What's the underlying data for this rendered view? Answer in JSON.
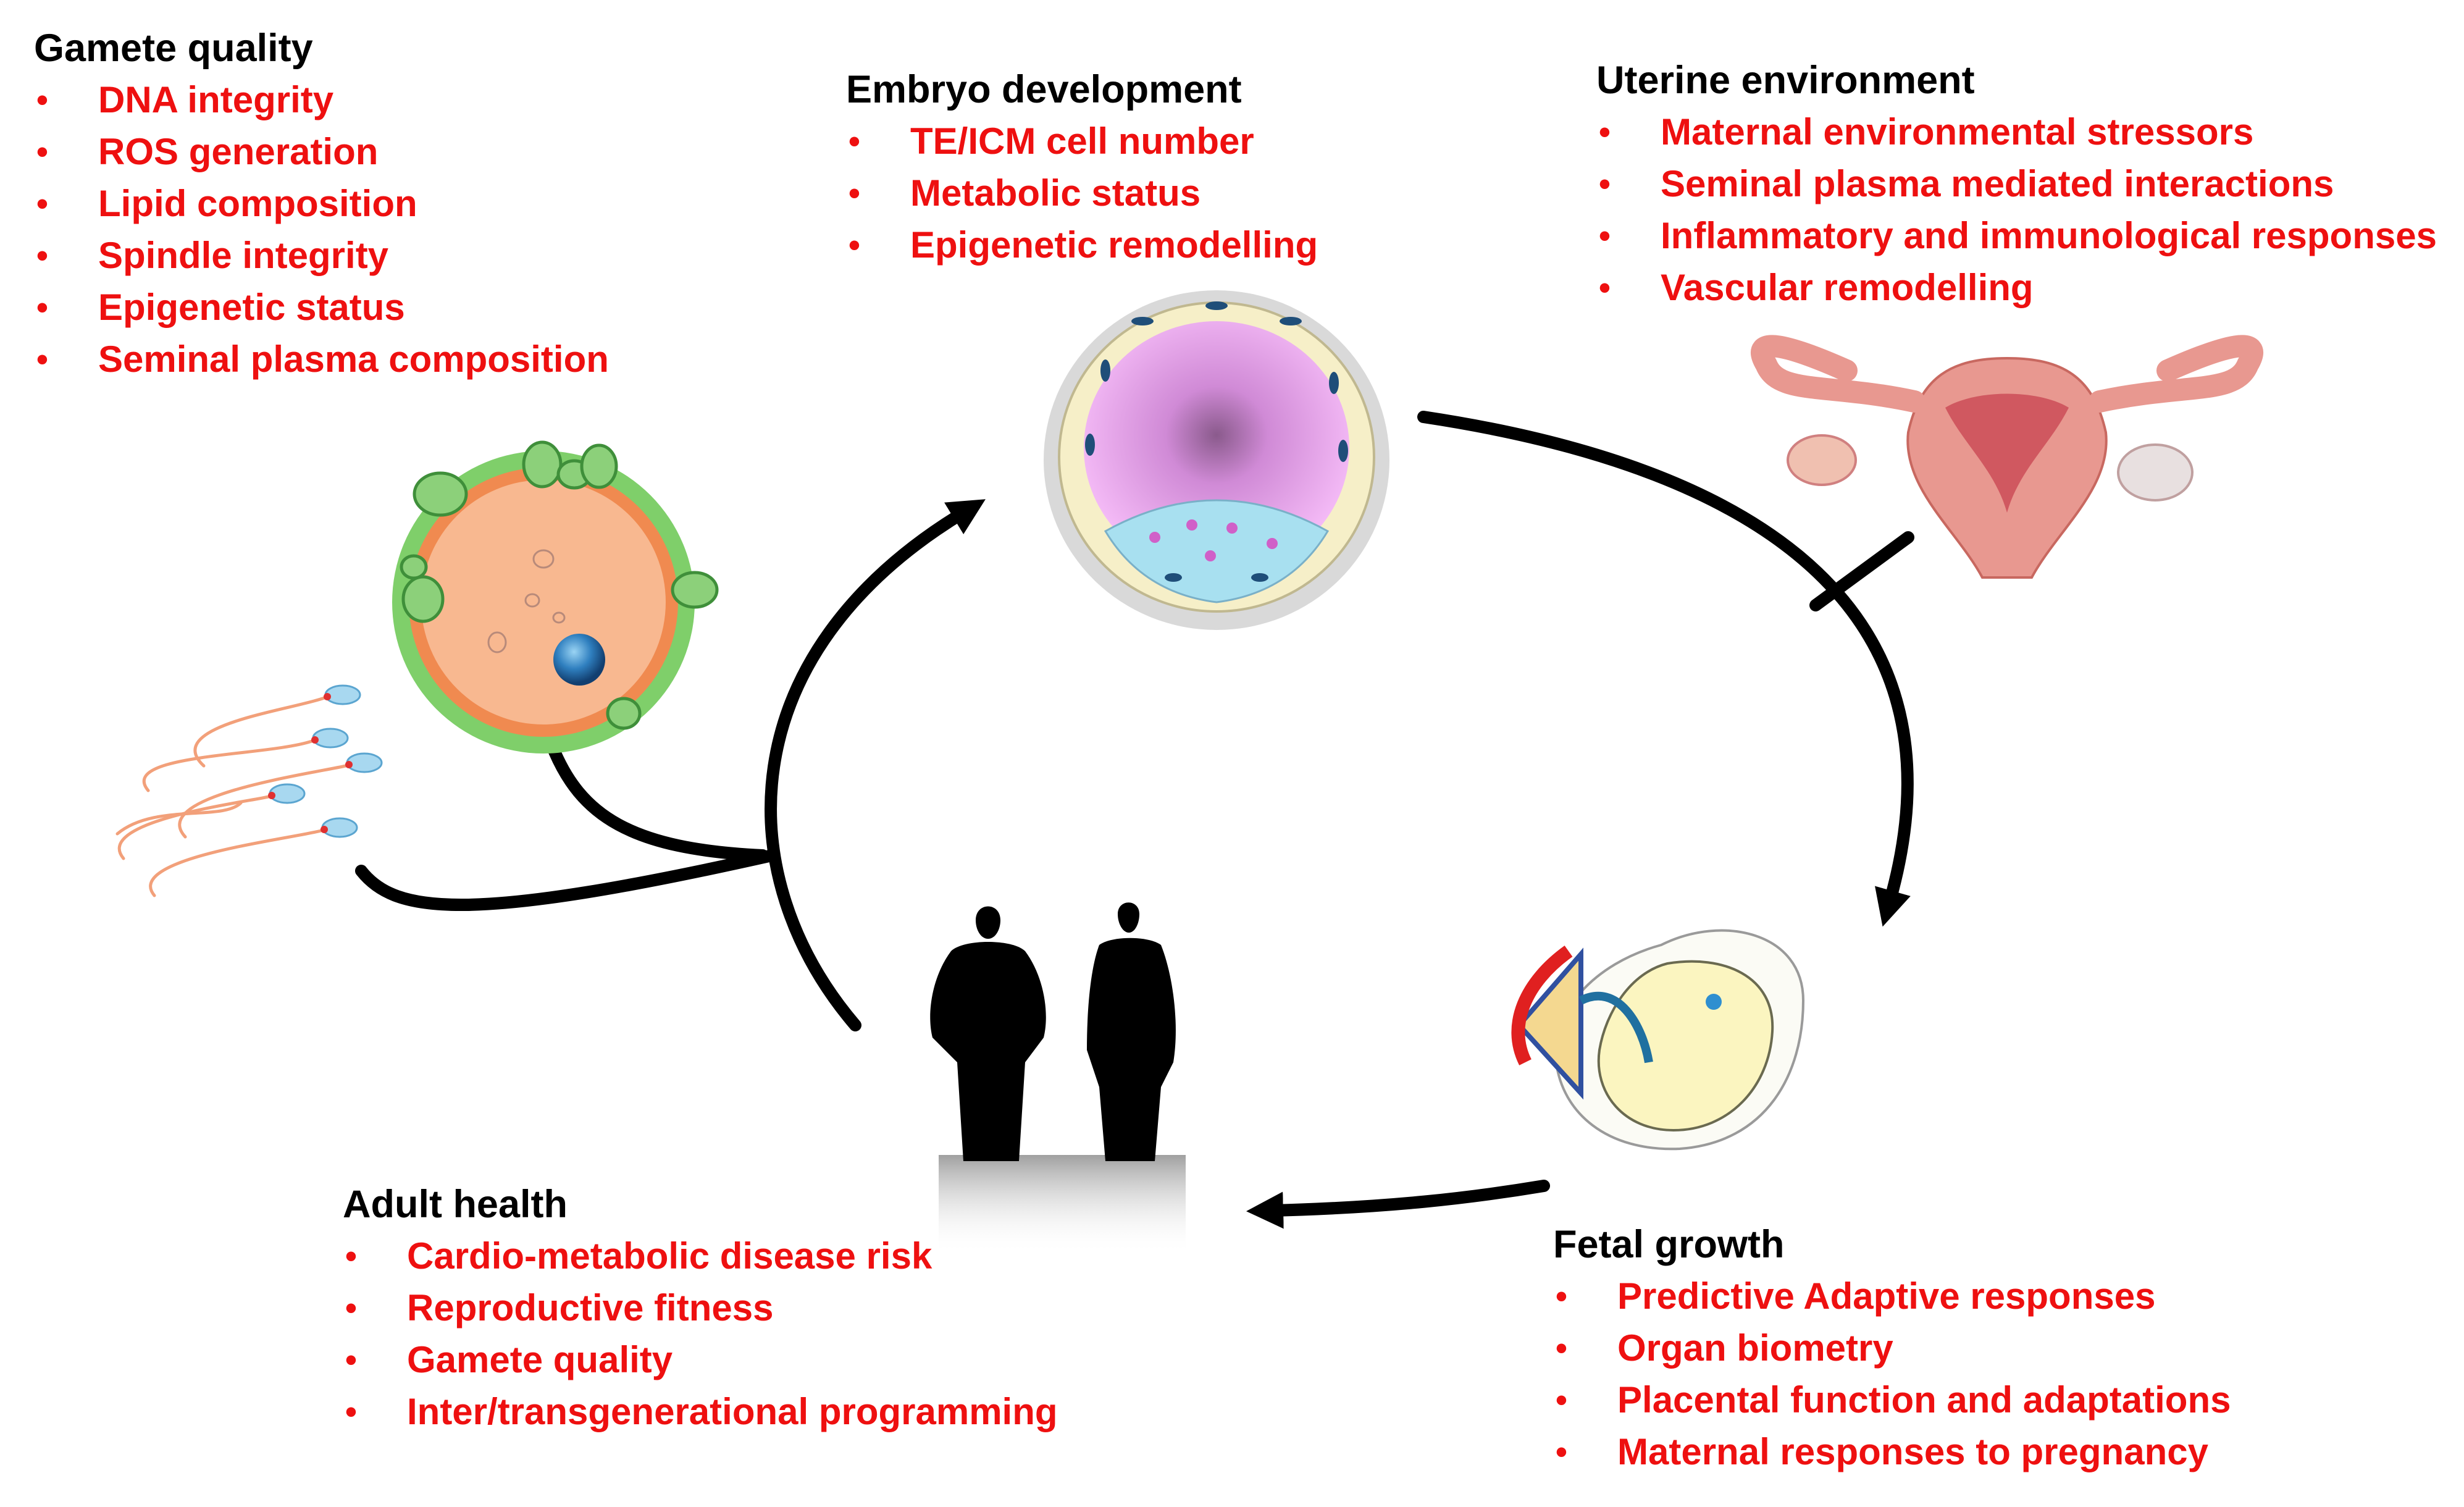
{
  "gamete_quality": {
    "heading": "Gamete quality",
    "items": [
      "DNA integrity",
      "ROS generation",
      "Lipid composition",
      "Spindle integrity",
      "Epigenetic status",
      "Seminal plasma composition"
    ]
  },
  "embryo_development": {
    "heading": "Embryo development",
    "items": [
      "TE/ICM cell number",
      "Metabolic status",
      "Epigenetic remodelling"
    ]
  },
  "uterine_environment": {
    "heading": "Uterine environment",
    "items": [
      "Maternal environmental stressors",
      "Seminal plasma mediated interactions",
      "Inflammatory and immunological responses",
      "Vascular remodelling"
    ]
  },
  "adult_health": {
    "heading": "Adult health",
    "items": [
      "Cardio-metabolic disease risk",
      "Reproductive fitness",
      "Gamete quality",
      "Inter/transgenerational programming"
    ]
  },
  "fetal_growth": {
    "heading": "Fetal growth",
    "items": [
      "Predictive Adaptive responses",
      "Organ biometry",
      "Placental function and adaptations",
      "Maternal responses to pregnancy"
    ]
  },
  "colors": {
    "heading": "#000000",
    "bullet_text": "#ee1010",
    "arrows": "#000000"
  },
  "icons": [
    "oocyte-icon",
    "sperm-icon",
    "blastocyst-icon",
    "uterus-icon",
    "fetus-icon",
    "adults-silhouette-icon"
  ]
}
